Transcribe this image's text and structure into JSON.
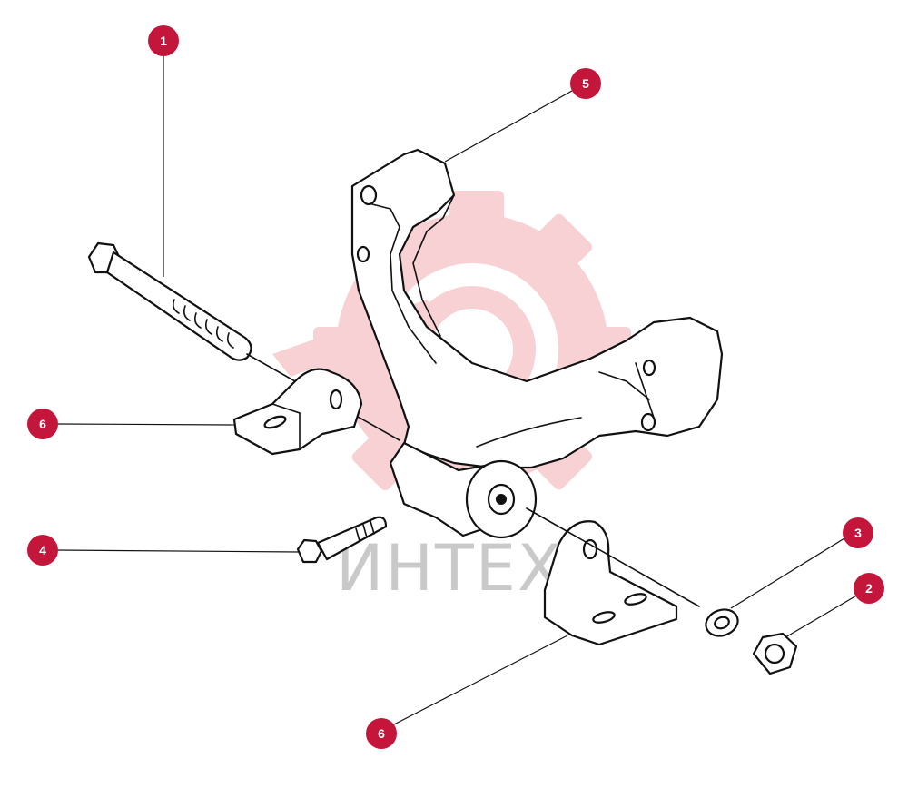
{
  "colors": {
    "callout": "#c4163a",
    "watermark_gear": "#f6c9cd",
    "watermark_text": "#c9c9c9",
    "ink": "#111111"
  },
  "watermark": {
    "text": "ИНТЕХ"
  },
  "callouts": [
    {
      "label": "1"
    },
    {
      "label": "5"
    },
    {
      "label": "6"
    },
    {
      "label": "4"
    },
    {
      "label": "3"
    },
    {
      "label": "2"
    },
    {
      "label": "6"
    }
  ]
}
